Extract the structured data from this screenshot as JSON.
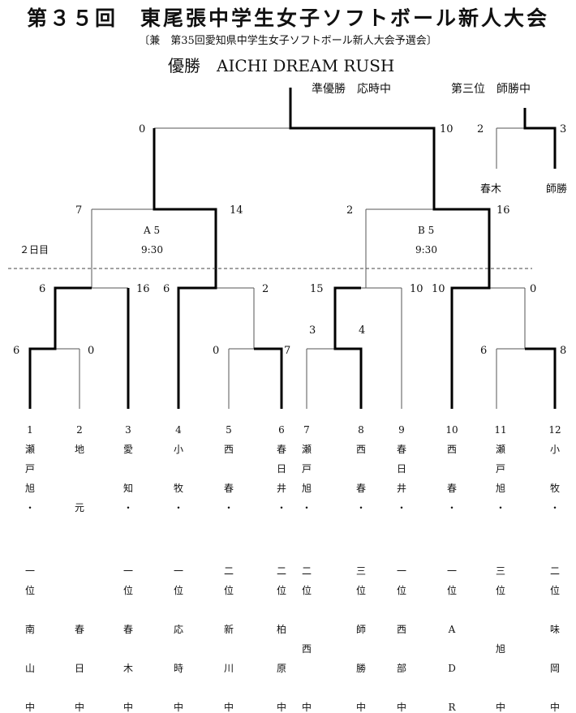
{
  "header": {
    "title": "第３５回　東尾張中学生女子ソフトボール新人大会",
    "subtitle": "〔兼　第35回愛知県中学生女子ソフトボール新人大会予選会〕",
    "winner": "優勝　AICHI DREAM RUSH",
    "runner_up": "準優勝　応時中",
    "third_place": "第三位　師勝中"
  },
  "third_place_match": {
    "left_team": "春木",
    "right_team": "師勝",
    "left_score": "2",
    "right_score": "3"
  },
  "day2_label": "２日目",
  "matches": [
    {
      "id": "A5",
      "label": "A 5",
      "time": "9:30"
    },
    {
      "id": "B5",
      "label": "B 5",
      "time": "9:30"
    }
  ],
  "scores": {
    "final_left": "0",
    "final_right": "10",
    "semi_a_left": "7",
    "semi_a_right": "14",
    "semi_b_left": "2",
    "semi_b_right": "16",
    "r2_1_left": "6",
    "r2_1_right": "16",
    "r2_2_left": "6",
    "r2_2_right": "2",
    "r2_3_left": "15",
    "r2_3_right": "10",
    "r2_4_left": "10",
    "r2_4_right": "0",
    "r1_1_left": "6",
    "r1_1_right": "0",
    "r1_2_left": "0",
    "r1_2_right": "7",
    "r1_3_left": "3",
    "r1_3_right": "4",
    "r1_4_left": "6",
    "r1_4_right": "8"
  },
  "teams": [
    {
      "num": "1",
      "chars": [
        "瀬",
        "戸",
        "旭",
        "・",
        "",
        "一",
        "位",
        "",
        "南",
        "",
        "山",
        "",
        "中"
      ]
    },
    {
      "num": "2",
      "chars": [
        "地",
        "",
        "",
        "元",
        "",
        "",
        "",
        "",
        "春",
        "",
        "日",
        "",
        "中"
      ]
    },
    {
      "num": "3",
      "chars": [
        "愛",
        "",
        "知",
        "・",
        "",
        "一",
        "位",
        "",
        "春",
        "",
        "木",
        "",
        "中"
      ]
    },
    {
      "num": "4",
      "chars": [
        "小",
        "",
        "牧",
        "・",
        "",
        "一",
        "位",
        "",
        "応",
        "",
        "時",
        "",
        "中"
      ]
    },
    {
      "num": "5",
      "chars": [
        "西",
        "",
        "春",
        "・",
        "",
        "二",
        "位",
        "",
        "新",
        "",
        "川",
        "",
        "中"
      ]
    },
    {
      "num": "6",
      "chars": [
        "春",
        "日",
        "井",
        "・",
        "",
        "二",
        "位",
        "",
        "柏",
        "",
        "原",
        "",
        "中"
      ]
    },
    {
      "num": "7",
      "chars": [
        "瀬",
        "戸",
        "旭",
        "・",
        "",
        "二",
        "位",
        "",
        "",
        "西",
        "",
        "",
        "中"
      ]
    },
    {
      "num": "8",
      "chars": [
        "西",
        "",
        "春",
        "・",
        "",
        "三",
        "位",
        "",
        "師",
        "",
        "勝",
        "",
        "中"
      ]
    },
    {
      "num": "9",
      "chars": [
        "春",
        "日",
        "井",
        "・",
        "",
        "一",
        "位",
        "",
        "西",
        "",
        "部",
        "",
        "中"
      ]
    },
    {
      "num": "10",
      "chars": [
        "西",
        "",
        "春",
        "・",
        "",
        "一",
        "位",
        "",
        "A",
        "",
        "D",
        "",
        "R"
      ]
    },
    {
      "num": "11",
      "chars": [
        "瀬",
        "戸",
        "旭",
        "・",
        "",
        "三",
        "位",
        "",
        "",
        "旭",
        "",
        "",
        "中"
      ]
    },
    {
      "num": "12",
      "chars": [
        "小",
        "",
        "牧",
        "・",
        "",
        "二",
        "位",
        "",
        "味",
        "",
        "岡",
        "",
        "中"
      ]
    }
  ]
}
